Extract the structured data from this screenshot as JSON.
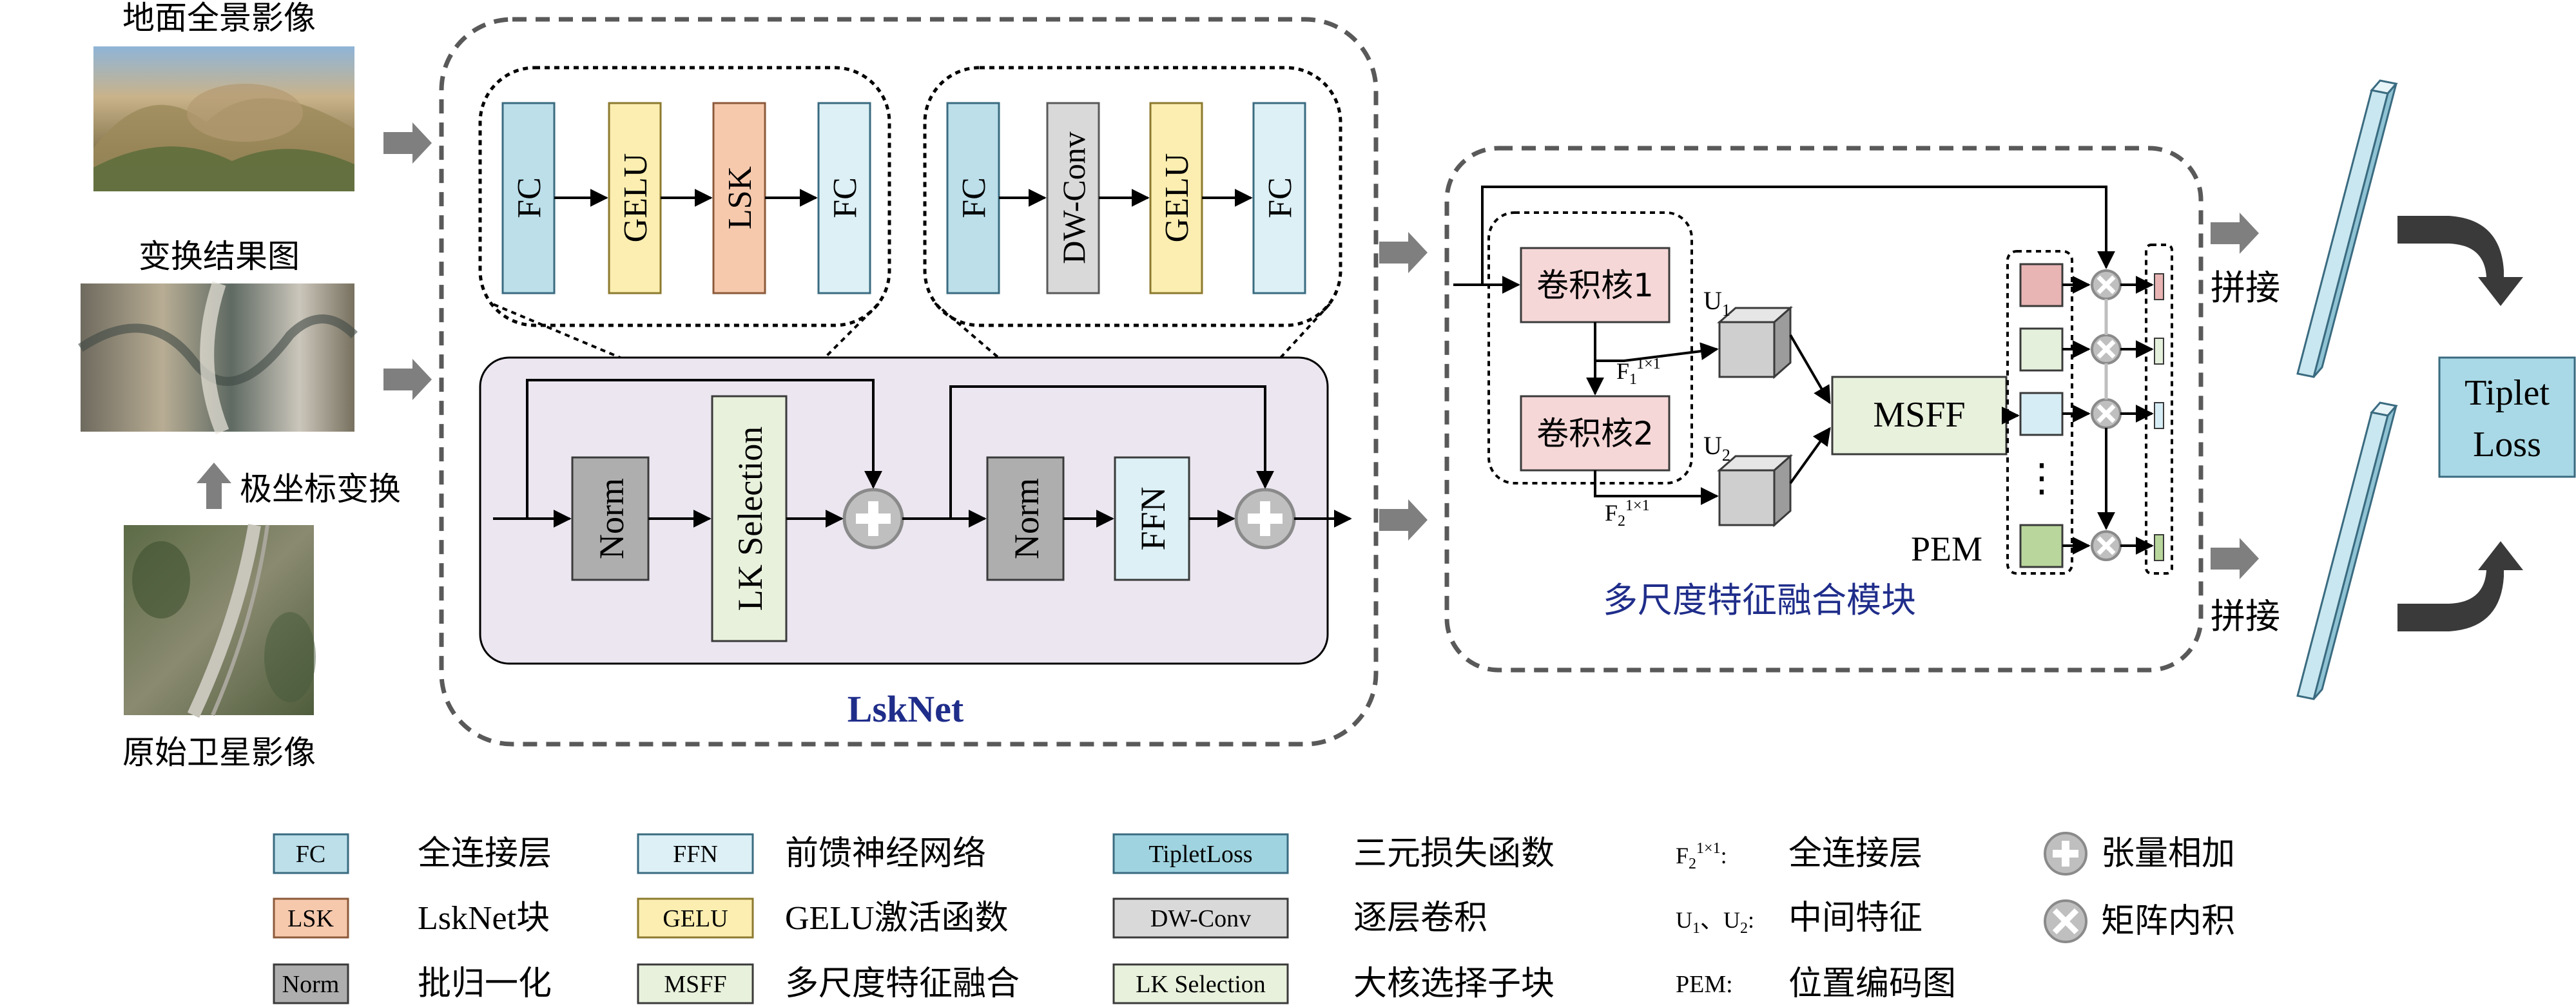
{
  "inputs": {
    "panorama_label": "地面全景影像",
    "transform_label": "变换结果图",
    "satellite_label": "原始卫星影像",
    "polar_label": "极坐标变换"
  },
  "lsknet": {
    "title": "LskNet",
    "lk_block": [
      "FC",
      "GELU",
      "LSK",
      "FC"
    ],
    "ffn_block": [
      "FC",
      "DW-Conv",
      "GELU",
      "FC"
    ],
    "main": {
      "norm1": "Norm",
      "lk_selection": "LK Selection",
      "norm2": "Norm",
      "ffn": "FFN"
    }
  },
  "msff_module": {
    "title": "多尺度特征融合模块",
    "conv1": "卷积核1",
    "conv2": "卷积核2",
    "u1": "U",
    "u1_sub": "1",
    "u2": "U",
    "u2_sub": "2",
    "f1": "F",
    "f1_sub": "1",
    "f1_sup": "1×1",
    "f2": "F",
    "f2_sub": "2",
    "f2_sup": "1×1",
    "msff": "MSFF",
    "pem": "PEM",
    "dots": "⋮"
  },
  "output": {
    "concat1": "拼接",
    "concat2": "拼接",
    "loss_line1": "Tiplet",
    "loss_line2": "Loss"
  },
  "legend": [
    {
      "abbr": "FC",
      "desc": "全连接层",
      "color": "#bcdfea"
    },
    {
      "abbr": "LSK",
      "desc": "LskNet块",
      "color": "#f6c9ad"
    },
    {
      "abbr": "Norm",
      "desc": "批归一化",
      "color": "#aeaeae"
    },
    {
      "abbr": "FFN",
      "desc": "前馈神经网络",
      "color": "#dcf0f6"
    },
    {
      "abbr": "GELU",
      "desc": "GELU激活函数",
      "color": "#fbeeb0"
    },
    {
      "abbr": "MSFF",
      "desc": "多尺度特征融合",
      "color": "#e8f1dc"
    },
    {
      "abbr": "TipletLoss",
      "desc": "三元损失函数",
      "color": "#9fd3df"
    },
    {
      "abbr": "DW-Conv",
      "desc": "逐层卷积",
      "color": "#d9d9d9"
    },
    {
      "abbr": "LK Selection",
      "desc": "大核选择子块",
      "color": "#e8f1dc"
    }
  ],
  "legend_right": {
    "f2": "F",
    "f2_sub": "2",
    "f2_sup": "1×1",
    "f2_desc": "全连接层",
    "u": "U",
    "u1_sub": "1",
    "u_sep": "、U",
    "u2_sub": "2",
    "u_desc": "中间特征",
    "pem": "PEM:",
    "pem_desc": "位置编码图",
    "add_desc": "张量相加",
    "mul_desc": "矩阵内积"
  },
  "colors": {
    "fc": "#bcdfea",
    "gelu": "#fbeeb0",
    "lsk": "#f6c9ad",
    "fc_light": "#dcf0f6",
    "dwconv": "#d9d9d9",
    "norm": "#aeaeae",
    "lk_sel": "#e8f1dc",
    "msff": "#e8f1dc",
    "conv": "#f6d7d7",
    "pem_red": "#e8b4b4",
    "pem_green": "#e5f0dc",
    "pem_blue": "#d7edf5",
    "pem_dgreen": "#b9d69c",
    "loss": "#a9d9e6",
    "bar": "#c9e7f0",
    "lsknet_bg": "#ebe6f0",
    "title_blue": "#1f2d8a",
    "arrow_fill": "#7f7f7f"
  }
}
